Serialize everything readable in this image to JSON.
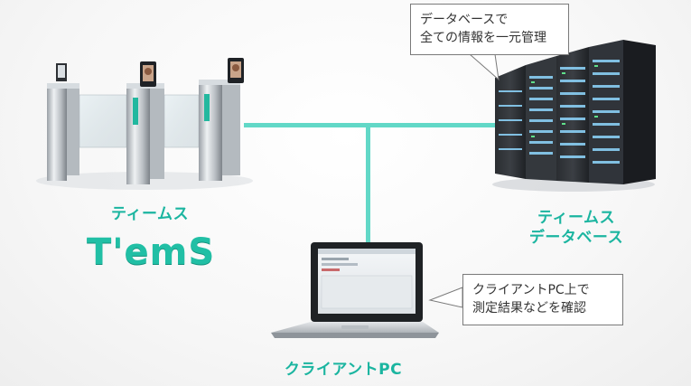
{
  "gate_label": "ティームス",
  "logo_text": "T'emS",
  "server_label": {
    "line1": "ティームス",
    "line2": "データベース"
  },
  "client_label": "クライアントPC",
  "db_bubble": {
    "line1": "データベースで",
    "line2": "全ての情報を一元管理"
  },
  "pc_bubble": {
    "line1": "クライアントPC上で",
    "line2": "測定結果などを確認"
  },
  "colors": {
    "accent": "#1bb5a0",
    "connector": "#62d8c7"
  }
}
